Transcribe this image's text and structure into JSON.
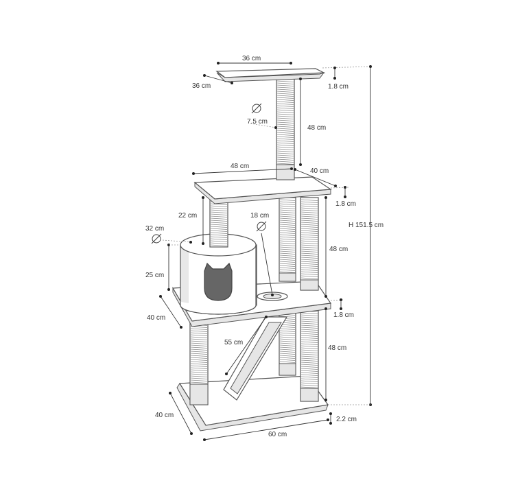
{
  "dimensions": {
    "top_width": "36 cm",
    "top_depth": "36 cm",
    "top_thickness": "1.8 cm",
    "post_diameter": "7.5 cm",
    "upper_post_height": "48 cm",
    "mid_width": "48 cm",
    "mid_depth": "40 cm",
    "mid_thickness": "1.8 cm",
    "short_post_height": "22 cm",
    "hole_diameter": "18 cm",
    "middle_post_height": "48 cm",
    "total_height": "H 151.5 cm",
    "house_diameter": "32 cm",
    "house_height": "25 cm",
    "lower_depth": "40 cm",
    "lower_thickness": "1.8 cm",
    "ramp_length": "55 cm",
    "lower_post_height": "48 cm",
    "base_depth": "40 cm",
    "base_thickness": "2.2 cm",
    "base_width": "60 cm"
  },
  "symbols": {
    "diameter": "⌀"
  }
}
